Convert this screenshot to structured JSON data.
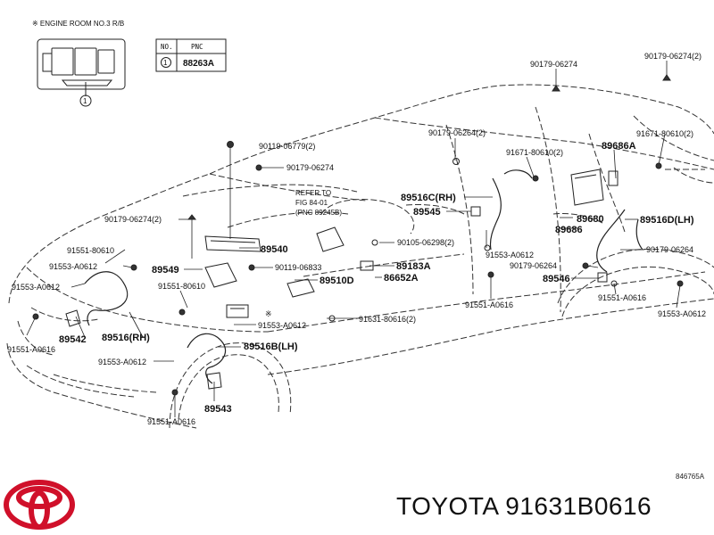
{
  "header": {
    "note": "※ ENGINE ROOM NO.3 R/B",
    "pnc_table": {
      "col_no": "NO.",
      "col_pnc": "PNC",
      "row_no": "1",
      "row_pnc": "88263A"
    },
    "callout_number": "1"
  },
  "labels": [
    {
      "id": "l01",
      "text": "90179-06274"
    },
    {
      "id": "l02",
      "text": "90179-06274(2)"
    },
    {
      "id": "l03",
      "text": "90119-06779(2)"
    },
    {
      "id": "l04",
      "text": "90179-06274"
    },
    {
      "id": "l05",
      "text": "90179-06264(2)"
    },
    {
      "id": "l06",
      "text": "91671-80610(2)"
    },
    {
      "id": "l07",
      "text": "91671-80610(2)"
    },
    {
      "id": "l08",
      "text": "89686A"
    },
    {
      "id": "l09",
      "text": "REFER TO"
    },
    {
      "id": "l10",
      "text": "FIG 84-01"
    },
    {
      "id": "l11",
      "text": "(PNC 89245B)"
    },
    {
      "id": "l12",
      "text": "89516C(RH)"
    },
    {
      "id": "l13",
      "text": "89545"
    },
    {
      "id": "l14",
      "text": "90179-06274(2)"
    },
    {
      "id": "l15",
      "text": "89540"
    },
    {
      "id": "l16",
      "text": "89680"
    },
    {
      "id": "l17",
      "text": "89516D(LH)"
    },
    {
      "id": "l18",
      "text": "89686"
    },
    {
      "id": "l19",
      "text": "90105-06298(2)"
    },
    {
      "id": "l20",
      "text": "91551-80610"
    },
    {
      "id": "l21",
      "text": "91553-A0612"
    },
    {
      "id": "l22",
      "text": "90179-06264"
    },
    {
      "id": "l23",
      "text": "91553-A0612"
    },
    {
      "id": "l24",
      "text": "89549"
    },
    {
      "id": "l25",
      "text": "90119-06833"
    },
    {
      "id": "l26",
      "text": "89183A"
    },
    {
      "id": "l27",
      "text": "90179-06264"
    },
    {
      "id": "l28",
      "text": "89510D"
    },
    {
      "id": "l29",
      "text": "86652A"
    },
    {
      "id": "l30",
      "text": "89546"
    },
    {
      "id": "l31",
      "text": "91553-A0612"
    },
    {
      "id": "l32",
      "text": "91551-80610"
    },
    {
      "id": "l33",
      "text": "91551-A0616"
    },
    {
      "id": "l34",
      "text": "91551-A0616"
    },
    {
      "id": "l35",
      "text": "91553-A0612"
    },
    {
      "id": "l36",
      "text": "91631-80616(2)"
    },
    {
      "id": "l37",
      "text": "91553-A0612"
    },
    {
      "id": "l38",
      "text": "89542"
    },
    {
      "id": "l39",
      "text": "89516(RH)"
    },
    {
      "id": "l40",
      "text": "91551-A0616"
    },
    {
      "id": "l41",
      "text": "89516B(LH)"
    },
    {
      "id": "l42",
      "text": "91553-A0612"
    },
    {
      "id": "l43",
      "text": "89543"
    },
    {
      "id": "l44",
      "text": "91551-A0616"
    }
  ],
  "asterisk_mark": "※",
  "ref_code": "846765A",
  "brand": {
    "name": "TOYOTA",
    "part_number": "91631B0616",
    "logo_color": "#d0102a"
  }
}
